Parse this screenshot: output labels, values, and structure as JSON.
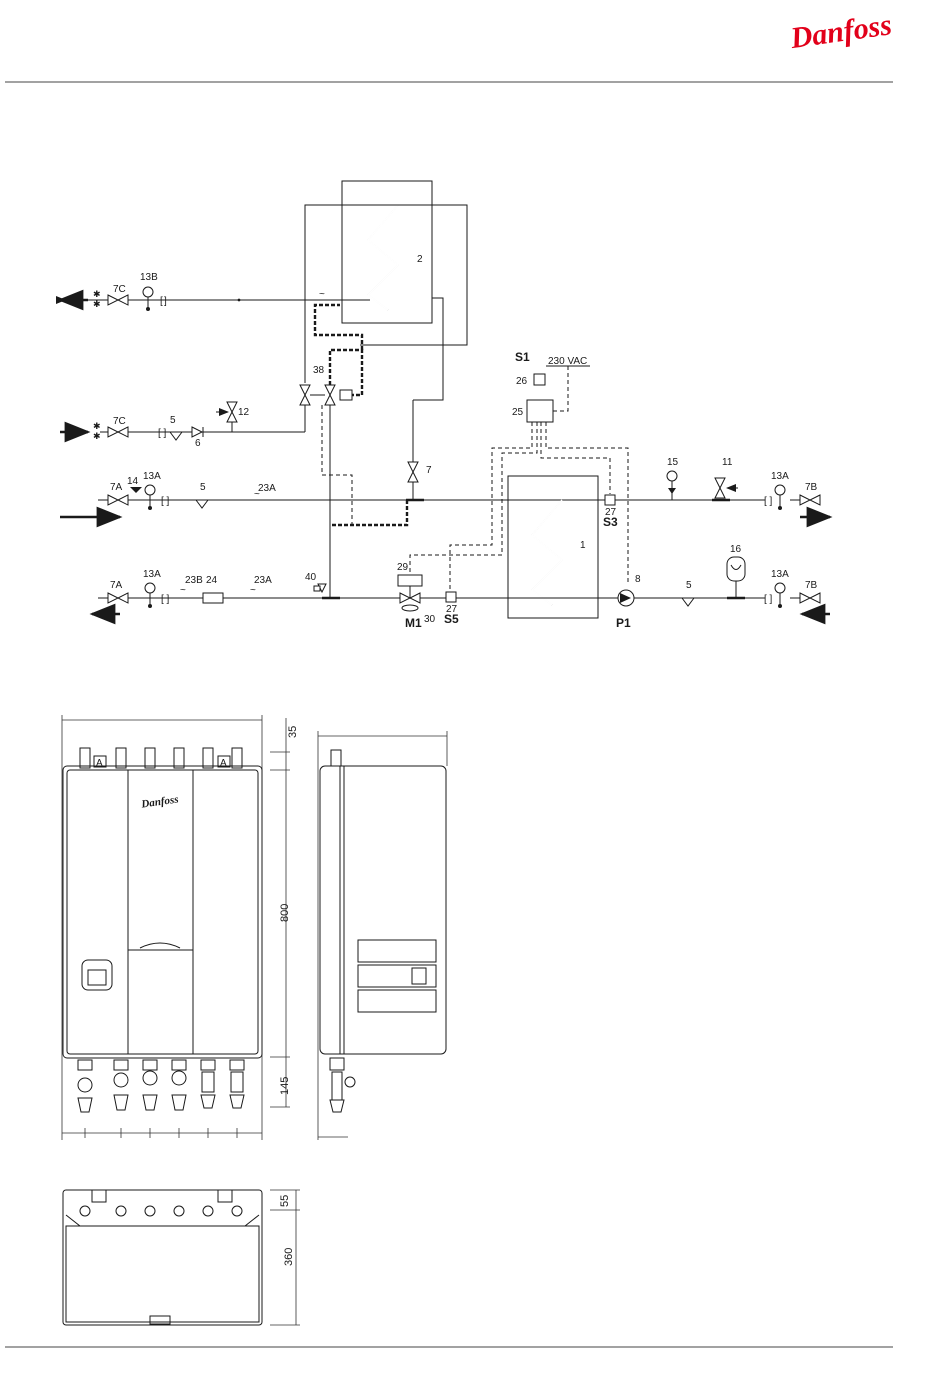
{
  "brand": {
    "logo_text": "Danfoss",
    "logo_color": "#e2001a"
  },
  "schematic": {
    "labels": {
      "hx2": "2",
      "hx1": "1",
      "v7c_top": "7C",
      "g13b": "13B",
      "v7c_mid": "7C",
      "s5_mid": "5",
      "v6": "6",
      "v12": "12",
      "v38": "38",
      "v7": "7",
      "s1": "S1",
      "vac": "230 VAC",
      "c26": "26",
      "c25": "25",
      "v7a_sup": "7A",
      "n14": "14",
      "g13a_sup": "13A",
      "s5_sup": "5",
      "p23a_sup": "23A",
      "g15": "15",
      "v11": "11",
      "g13a_r1": "13A",
      "v7b_r1": "7B",
      "n27_s3": "27",
      "s3": "S3",
      "v7a_ret": "7A",
      "g13a_ret": "13A",
      "p23b": "23B",
      "n24": "24",
      "p23a_ret": "23A",
      "v40": "40",
      "a29": "29",
      "m1": "M1",
      "n30": "30",
      "n27_s5": "27",
      "s5": "S5",
      "pump8": "8",
      "p1": "P1",
      "s5_r2": "5",
      "t16": "16",
      "g13a_r2": "13A",
      "v7b_r2": "7B"
    }
  },
  "front_view": {
    "dims": {
      "height_body": "800",
      "height_bottom": "145",
      "top_margin": "35"
    },
    "tags": {
      "left": "A",
      "right": "A"
    },
    "logo_text": "Danfoss"
  },
  "top_view": {
    "dims": {
      "depth": "360",
      "front": "55"
    }
  }
}
